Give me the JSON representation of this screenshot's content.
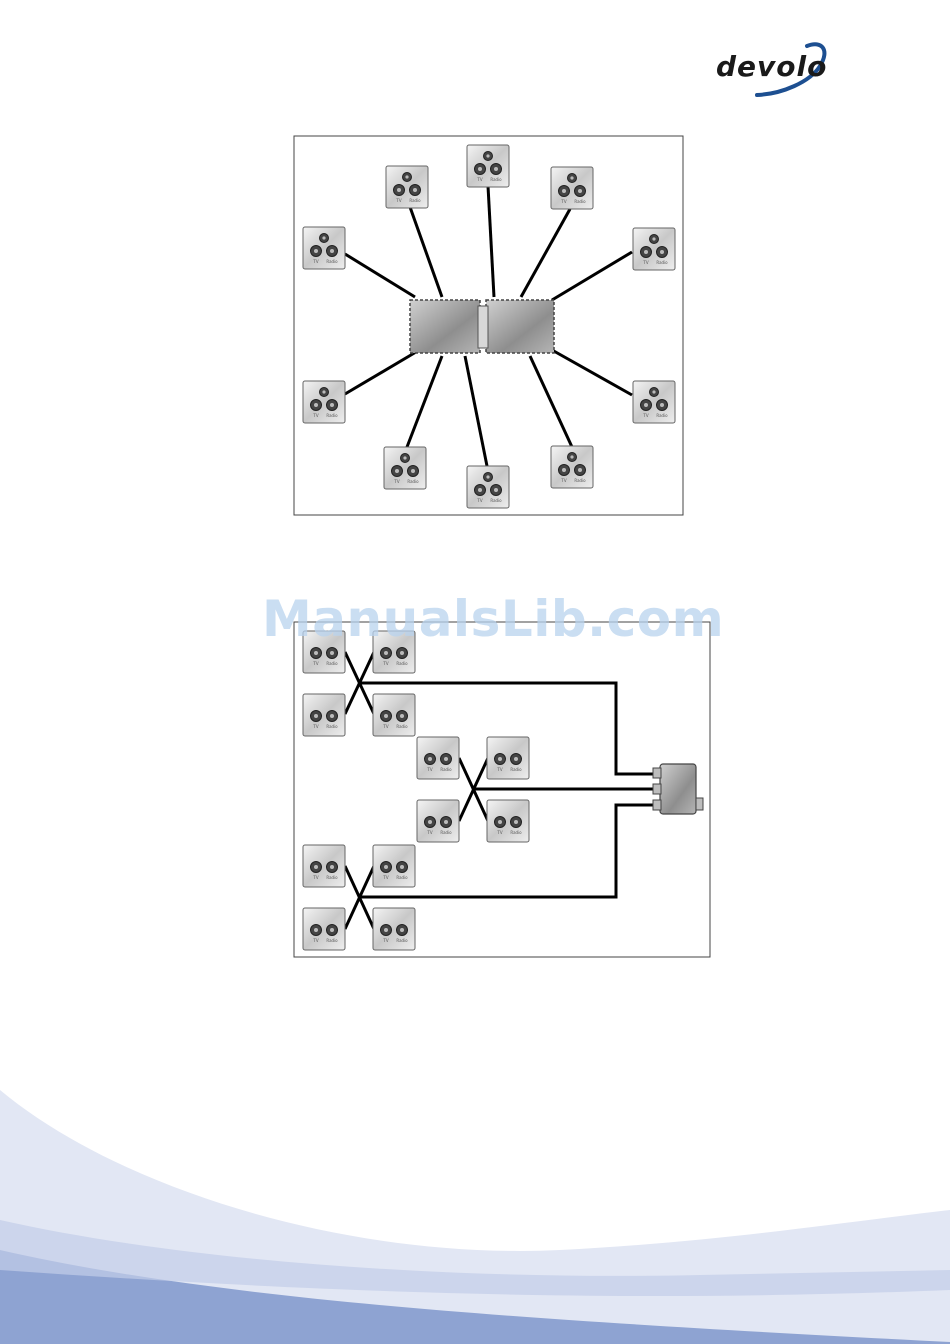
{
  "brand": {
    "logo_text": "devolo"
  },
  "outlet": {
    "left_label": "TV",
    "right_label": "Radio"
  },
  "watermark": "ManualsLib.com",
  "colors": {
    "line": "#000000",
    "swoosh": "#1d4f91",
    "bg_light": "#dde4f2",
    "bg_dark": "#8fa6d3"
  }
}
